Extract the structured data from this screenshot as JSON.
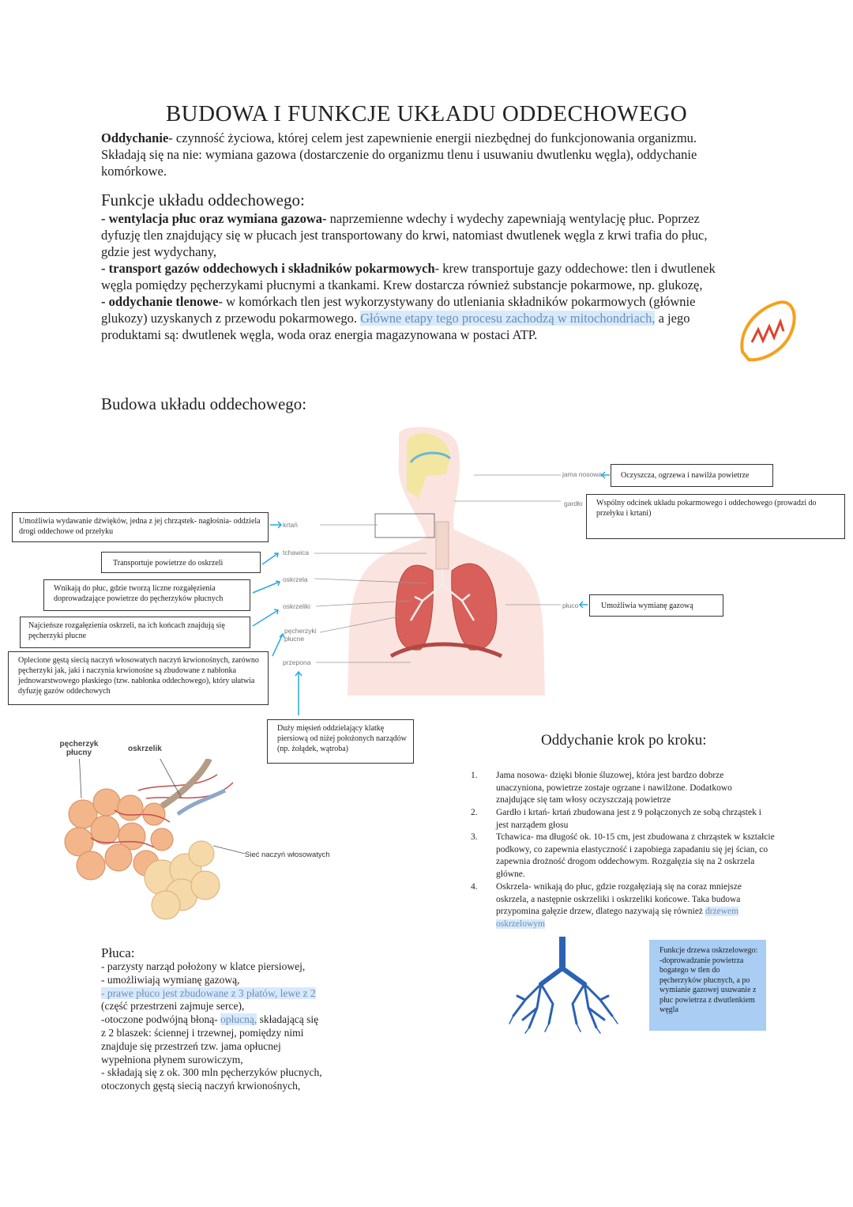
{
  "title": "BUDOWA I FUNKCJE UKŁADU ODDECHOWEGO",
  "intro": {
    "term": "Oddychanie",
    "text": "- czynność życiowa, której celem jest zapewnienie energii niezbędnej do funkcjonowania organizmu. Składają się na nie: wymiana gazowa (dostarczenie do organizmu tlenu i usuwaniu dwutlenku węgla), oddychanie komórkowe."
  },
  "functions": {
    "heading": "Funkcje układu oddechowego:",
    "f1_term": "- wentylacja płuc oraz wymiana gazowa-",
    "f1_text": " naprzemienne wdechy i wydechy zapewniają wentylację płuc. Poprzez dyfuzję tlen znajdujący się w płucach jest transportowany do krwi, natomiast dwutlenek węgla z krwi trafia do płuc, gdzie jest wydychany,",
    "f2_term": "- transport gazów oddechowych i składników pokarmowych",
    "f2_text": "- krew transportuje gazy oddechowe: tlen i dwutlenek węgla pomiędzy pęcherzykami płucnymi a tkankami. Krew dostarcza również substancje pokarmowe, np. glukozę,",
    "f3_term": "- oddychanie tlenowe",
    "f3_text": "- w komórkach tlen jest wykorzystywany do utleniania składników pokarmowych (głównie glukozy) uzyskanych z przewodu pokarmowego.",
    "f3_highlight": "Główne etapy tego procesu zachodzą w mitochondriach,",
    "f3_end": " a jego produktami są: dwutlenek węgla, woda oraz energia magazynowana w postaci ATP."
  },
  "structure": {
    "heading": "Budowa układu oddechowego:",
    "labels": {
      "krtan": "krtań",
      "tchawica": "tchawica",
      "oskrzela": "oskrzela",
      "oskrzeliki": "oskrzeliki",
      "pecherzyki": "pęcherzyki płucne",
      "przepona": "przepona",
      "jama_nosowa": "jama nosowa",
      "gardlo": "gardło",
      "pluco": "płuco"
    },
    "boxes": {
      "krtan": "Umożliwia wydawanie dźwięków, jedna z jej chrząstek- nagłośnia- oddziela drogi oddechowe od przełyku",
      "tchawica": "Transportuje powietrze do oskrzeli",
      "oskrzela": "Wnikają do płuc, gdzie tworzą liczne rozgałęzienia doprowadzające powietrze do pęcherzyków płucnych",
      "oskrzeliki": "Najcieńsze rozgałęzienia oskrzeli, na ich końcach znajdują się pęcherzyki płucne",
      "pecherzyki": "Oplecione gęstą siecią naczyń włosowatych naczyń krwionośnych, zarówno pęcherzyki jak, jaki i naczynia krwionośne są zbudowane z nabłonka jednowarstwowego płaskiego (tzw. nabłonka oddechowego), który ułatwia dyfuzję gazów oddechowych",
      "przepona": "Duży mięsień oddzielający klatkę piersiową od niżej położonych narządów (np. żołądek, wątroba)",
      "jama_nosowa": "Oczyszcza, ogrzewa i nawilża powietrze",
      "gardlo": "Wspólny odcinek układu pokarmowego i oddechowego (prowadzi do przełyku i krtani)",
      "pluco": "Umożliwia wymianę gazową"
    }
  },
  "alveoli": {
    "pecherzyk": "pęcherzyk płucny",
    "oskrzelik": "oskrzelik",
    "siec": "Sieć naczyń włosowatych"
  },
  "lungs": {
    "heading": "Płuca:",
    "l1": "- parzysty narząd położony w klatce piersiowej,",
    "l2": "- umożliwiają wymianę gazową,",
    "l3_highlight": "- prawe płuco jest zbudowane z 3 płatów, lewe z 2",
    "l4": "(część przestrzeni zajmuje serce),",
    "l5_a": "-otoczone podwójną błoną- ",
    "l5_highlight": "opłucną,",
    "l5_b": " składającą się",
    "l6": "z 2 blaszek: ściennej i trzewnej, pomiędzy nimi",
    "l7": "znajduje się przestrzeń tzw. jama opłucnej",
    "l8": "wypełniona płynem surowiczym,",
    "l9": "- składają się z ok. 300 mln pęcherzyków płucnych,",
    "l10": "otoczonych gęstą siecią naczyń krwionośnych,"
  },
  "steps": {
    "heading": "Oddychanie krok po kroku:",
    "items": [
      {
        "n": "1.",
        "text": "Jama nosowa- dzięki błonie śluzowej, która jest bardzo dobrze unaczyniona, powietrze zostaje ogrzane i nawilżone. Dodatkowo znajdujące się tam włosy oczyszczają powietrze"
      },
      {
        "n": "2.",
        "text": "Gardło i krtań- krtań zbudowana jest z 9 połączonych ze sobą chrząstek i jest narządem głosu"
      },
      {
        "n": "3.",
        "text": "Tchawica- ma długość ok. 10-15 cm, jest zbudowana z chrząstek w kształcie podkowy, co zapewnia elastyczność i zapobiega zapadaniu się jej ścian, co zapewnia drożność drogom oddechowym. Rozgałęzia się na 2 oskrzela główne."
      },
      {
        "n": "4.",
        "text": "Oskrzela- wnikają do płuc, gdzie rozgałęziają się na coraz mniejsze oskrzela, a następnie oskrzeliki i oskrzeliki końcowe. Taka budowa przypomina gałęzie drzew, dlatego nazywają się również"
      }
    ],
    "item4_highlight": "drzewem oskrzelowym"
  },
  "tree_box": {
    "text": "Funkcje drzewa oskrzelowego: -doprowadzanie powietrza bogatego w tlen do pęcherzyków płucnych, a po wymianie gazowej usuwanie z płuc powietrza z dwutlenkiem węgla"
  },
  "colors": {
    "highlight": "#d8e9fb",
    "arrow": "#29a9e0",
    "lung": "#d9605a",
    "bronchi": "#2b62b3",
    "mito": "#f4a11d"
  },
  "icons": [
    "mitochondrion-icon",
    "respiratory-system-diagram",
    "alveoli-illustration",
    "bronchial-tree-illustration"
  ]
}
